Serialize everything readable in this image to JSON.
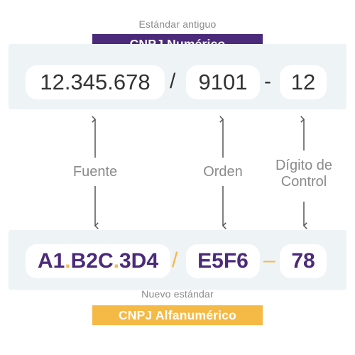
{
  "legacy": {
    "caption": "Estándar antiguo",
    "title": "CNPJ Numérico",
    "parts": [
      "12.345.678",
      "9101",
      "12"
    ],
    "separators": [
      "/",
      "-"
    ]
  },
  "labels": {
    "base": "Fuente",
    "order": "Orden",
    "check_line1": "Dígito de",
    "check_line2": "Control"
  },
  "modern": {
    "caption": "Nuevo estándar",
    "title": "CNPJ Alfanumérico",
    "part1_segments": [
      "A1",
      ".",
      "B2C",
      ".",
      "3D4"
    ],
    "parts": [
      "E5F6",
      "78"
    ],
    "separators": [
      "/",
      "–"
    ]
  },
  "colors": {
    "purple": "#4b2a7a",
    "yellow": "#f5b946",
    "band": "#eef3f6",
    "text_gray": "#8a8a8a",
    "arrow_gray": "#555555"
  }
}
